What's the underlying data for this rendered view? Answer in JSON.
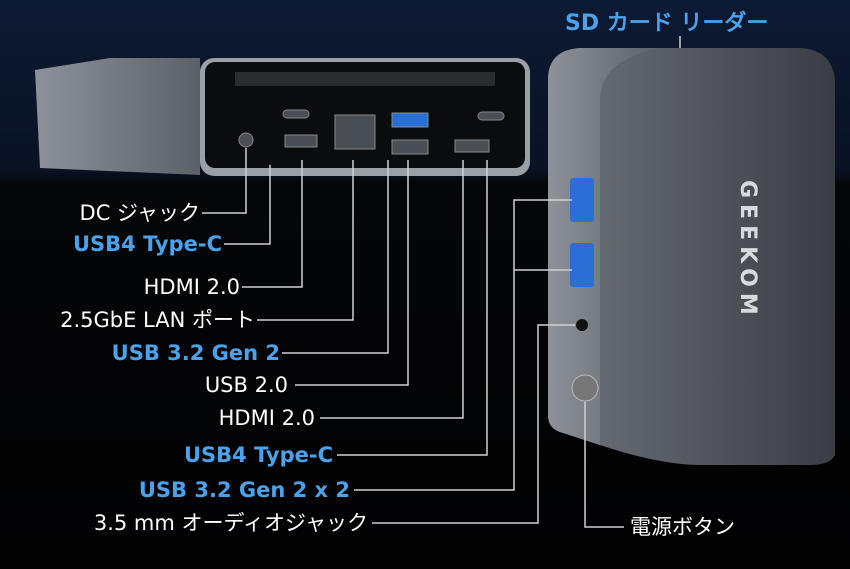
{
  "brand_logo": "GEEKOM",
  "top_label": "SD カード リーダー",
  "power_label": "電源ボタン",
  "labels": [
    {
      "text": "DC ジャック",
      "highlight": false
    },
    {
      "text": "USB4 Type-C",
      "highlight": true
    },
    {
      "text": "HDMI 2.0",
      "highlight": false
    },
    {
      "text": "2.5GbE LAN ポート",
      "highlight": false
    },
    {
      "text": "USB 3.2 Gen 2",
      "highlight": true
    },
    {
      "text": "USB 2.0",
      "highlight": false
    },
    {
      "text": "HDMI 2.0",
      "highlight": false
    },
    {
      "text": "USB4 Type-C",
      "highlight": true
    },
    {
      "text": "USB 3.2 Gen 2 x 2",
      "highlight": true
    },
    {
      "text": "3.5 mm オーディオジャック",
      "highlight": false
    }
  ],
  "colors": {
    "highlight": "#4aa3ea",
    "text": "#ffffff",
    "line": "#d0d0d0"
  }
}
